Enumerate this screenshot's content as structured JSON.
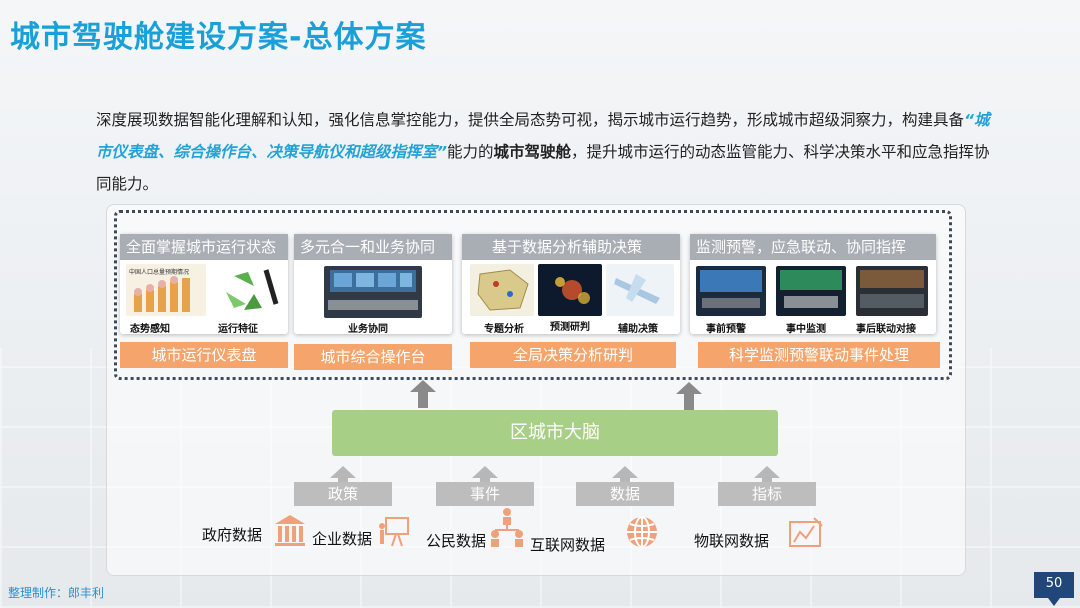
{
  "title": "城市驾驶舱建设方案-总体方案",
  "intro": {
    "p1": "深度展现数据智能化理解和认知，强化信息掌控能力，提供全局态势可视，揭示城市运行趋势，形成城市超级洞察力，构建具备",
    "highlight": "“城市仪表盘、综合操作台、决策导航仪和超级指挥室”",
    "p2": "能力的",
    "bold": "城市驾驶舱",
    "p3": "，提升城市运行的动态监管能力、科学决策水平和应急指挥协同能力。"
  },
  "cards": [
    {
      "title": "全面掌握城市运行状态",
      "labels": [
        "态势感知",
        "运行特征"
      ],
      "bottom": "城市运行仪表盘",
      "chart_caption": "中国人口总量预期情况"
    },
    {
      "title": "多元合一和业务协同",
      "labels": [
        "业务协同"
      ],
      "bottom": "城市综合操作台"
    },
    {
      "title": "基于数据分析辅助决策",
      "labels": [
        "专题分析",
        "预测研判",
        "辅助决策"
      ],
      "bottom": "全局决策分析研判"
    },
    {
      "title": "监测预警，应急联动、协同指挥",
      "labels": [
        "事前预警",
        "事中监测",
        "事后联动对接"
      ],
      "bottom": "科学监测预警联动事件处理"
    }
  ],
  "brain": "区城市大脑",
  "inputs": [
    "政策",
    "事件",
    "数据",
    "指标"
  ],
  "sources": [
    "政府数据",
    "企业数据",
    "公民数据",
    "互联网数据",
    "物联网数据"
  ],
  "footer": "整理制作：郎丰利",
  "page_number": "50",
  "colors": {
    "title": "#1aa0d8",
    "orange": "#f5a56b",
    "green": "#a8cf86",
    "gray": "#bdbdbd",
    "page": "#21477a"
  }
}
